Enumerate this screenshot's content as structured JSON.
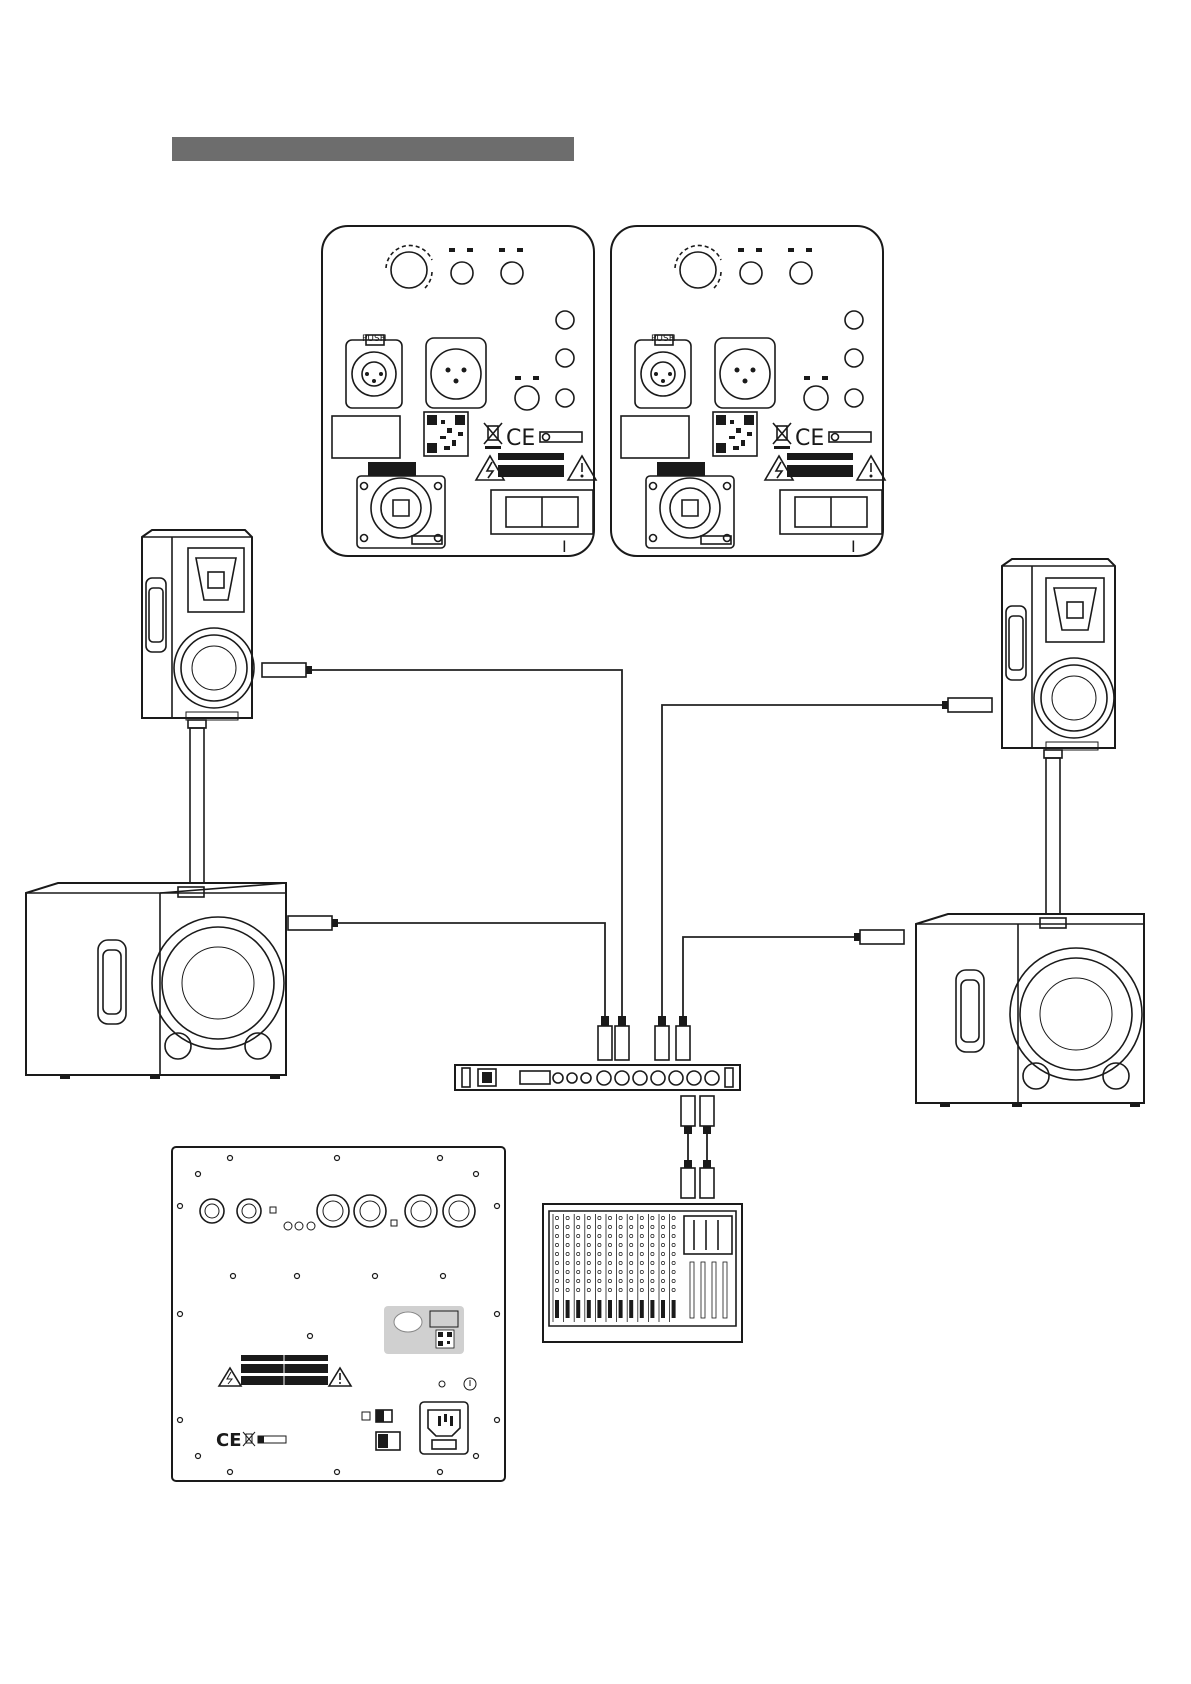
{
  "panel_labels": {
    "push": "PUSH",
    "ce_mark": "CE",
    "power_on_mark": "I"
  },
  "icons": [
    "speakon-power-connector",
    "xlr-combo-input",
    "xlr-output",
    "qr-code",
    "warning-triangle",
    "electric-shock-warning",
    "weee-bin",
    "rocker-power-switch",
    "iec-power-inlet",
    "mixing-console",
    "crossover-processor"
  ],
  "colors": {
    "title_bar": "#6d6d6d",
    "line": "#1a1a1a",
    "subwoofer_label_panel": "#d0d0d0"
  }
}
